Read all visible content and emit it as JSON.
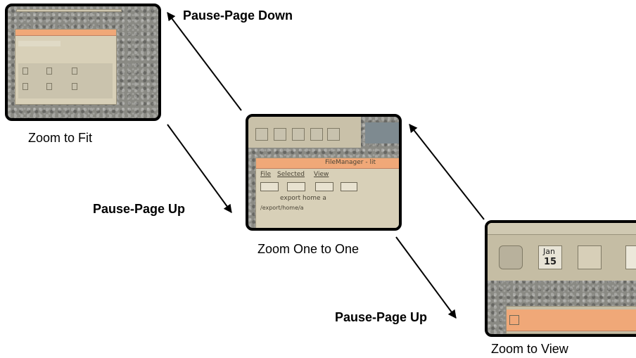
{
  "views": [
    {
      "id": "fit",
      "caption": "Zoom to Fit"
    },
    {
      "id": "one",
      "caption": "Zoom One to One"
    },
    {
      "id": "view",
      "caption": "Zoom to View"
    }
  ],
  "transitions": [
    {
      "label": "Pause-Page Down",
      "from": "one",
      "to": "fit"
    },
    {
      "label": "Pause-Page Up",
      "from": "fit",
      "to": "one"
    },
    {
      "label": "Pause-Page Up",
      "from": "one",
      "to": "view"
    }
  ],
  "thumb_one": {
    "window_title": "FileManager - lit",
    "menu_file": "File",
    "menu_selected": "Selected",
    "menu_view": "View",
    "path_text": "export home a",
    "status_text": "/export/home/a"
  },
  "thumb_view": {
    "calendar_month": "Jan",
    "calendar_day": "15"
  },
  "colors": {
    "accent_titlebar": "#f0a878",
    "frame": "#000000",
    "desktop": "#8a8a84"
  }
}
